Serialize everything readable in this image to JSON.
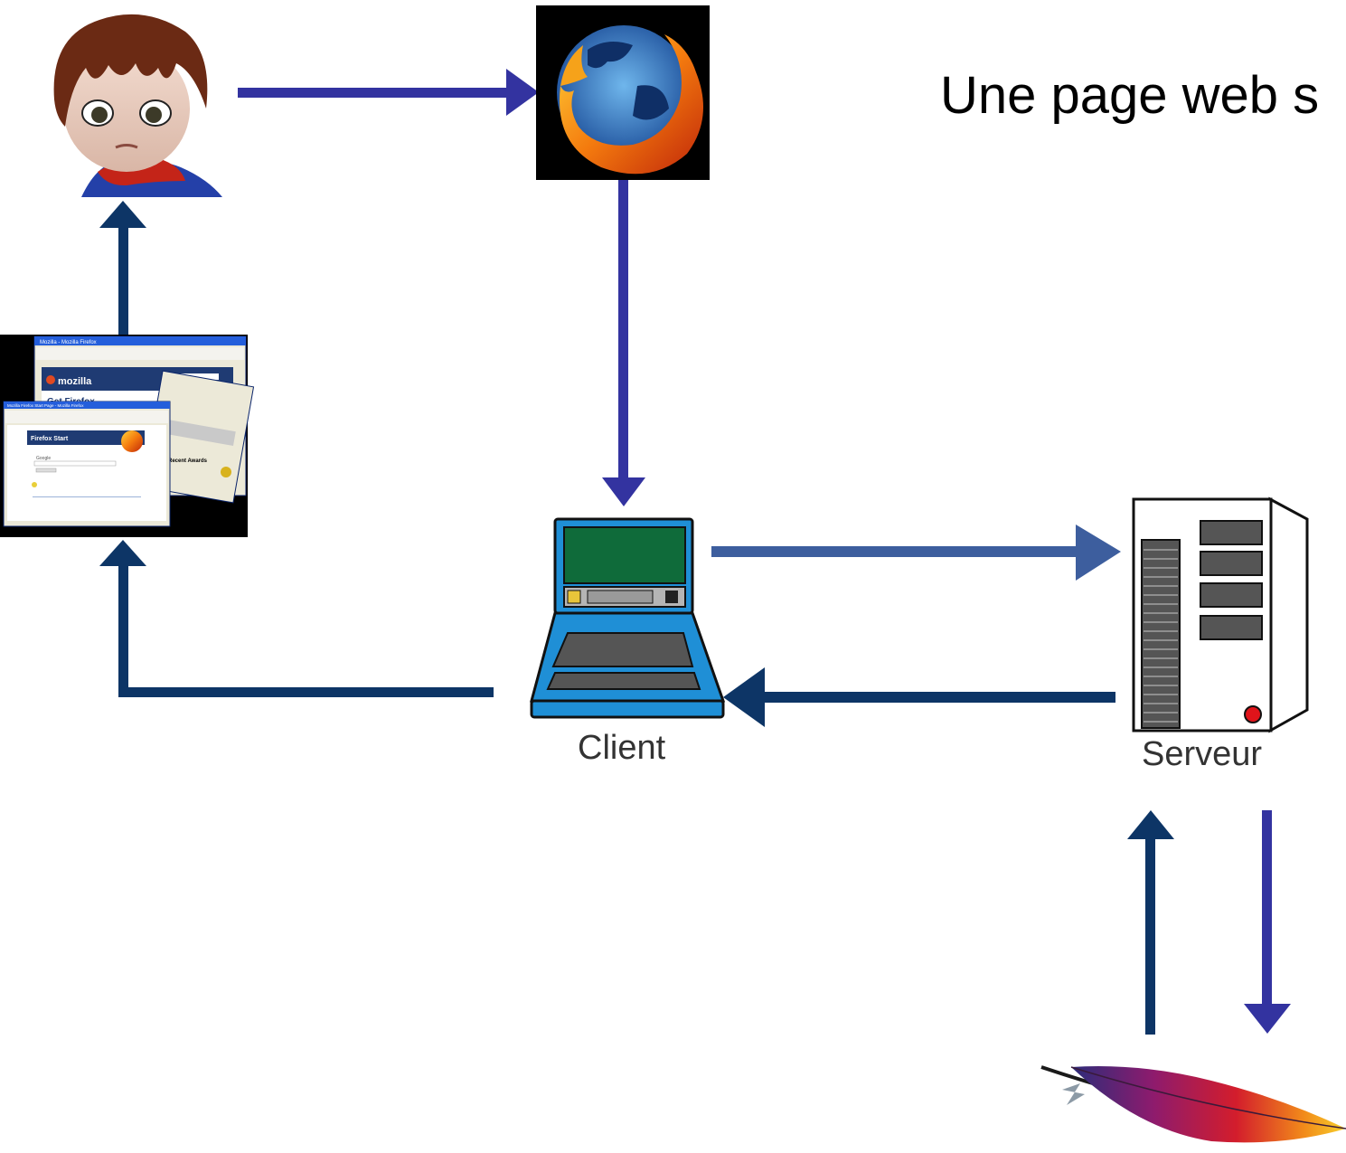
{
  "title": "Une page web s",
  "nodes": {
    "client_label": "Client",
    "server_label": "Serveur",
    "user_icon": "user-avatar",
    "browser_icon": "firefox-logo",
    "screenshot_icon": "browser-windows-screenshot",
    "client_icon": "laptop-icon",
    "server_icon": "server-tower-icon",
    "apache_icon": "apache-feather-logo"
  },
  "screenshot": {
    "back_window_title": "Mozilla - Mozilla Firefox",
    "back_brand": "mozilla",
    "back_heading": "Get Firefox",
    "back_awards": "Recent Awards",
    "front_window_title": "Mozilla Firefox Start Page - Mozilla Firefox",
    "front_heading": "Firefox Start",
    "front_search_brand": "Google"
  },
  "colors": {
    "arrow_indigo": "#3333a0",
    "arrow_navy": "#0d3566",
    "arrow_steel": "#3d5e9e"
  }
}
